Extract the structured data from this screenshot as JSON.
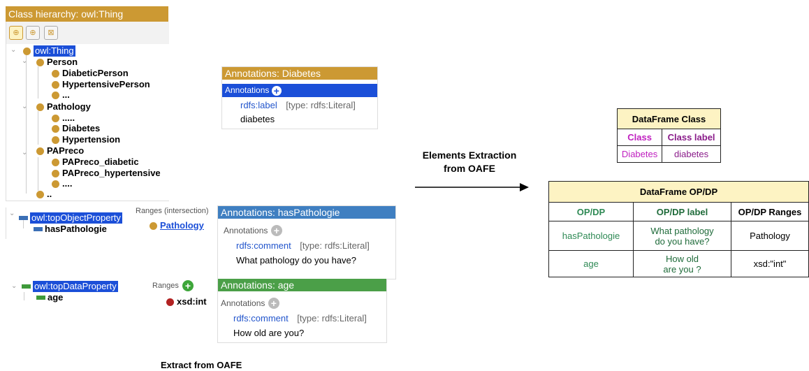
{
  "class_panel": {
    "header": "Class hierarchy: owl:Thing",
    "root": "owl:Thing",
    "person": "Person",
    "diabetic_person": "DiabeticPerson",
    "hypertensive_person": "HypertensivePerson",
    "person_more": "...",
    "pathology": "Pathology",
    "pathology_more": ".....",
    "diabetes": "Diabetes",
    "hypertension": "Hypertension",
    "papreco": "PAPreco",
    "papreco_diabetic": "PAPreco_diabetic",
    "papreco_hypertensive": "PAPreco_hypertensive",
    "papreco_more": "....",
    "root_more": ".."
  },
  "annotations_diabetes": {
    "header": "Annotations: Diabetes",
    "bar_label": "Annotations",
    "property": "rdfs:label",
    "type": "[type: rdfs:Literal]",
    "value": "diabetes"
  },
  "object_property_panel": {
    "root": "owl:topObjectProperty",
    "child": "hasPathologie",
    "ranges_label": "Ranges (intersection)",
    "range_value": "Pathology"
  },
  "annotations_haspathologie": {
    "header": "Annotations: hasPathologie",
    "label": "Annotations",
    "property": "rdfs:comment",
    "type": "[type: rdfs:Literal]",
    "value": "What pathology do you have?"
  },
  "data_property_panel": {
    "root": "owl:topDataProperty",
    "child": "age",
    "ranges_label": "Ranges",
    "range_value": "xsd:int"
  },
  "annotations_age": {
    "header": "Annotations: age",
    "label": "Annotations",
    "property": "rdfs:comment",
    "type": "[type: rdfs:Literal]",
    "value": "How old are you?"
  },
  "caption_left": "Extract from OAFE",
  "arrow_caption_line1": "Elements Extraction",
  "arrow_caption_line2": "from OAFE",
  "dataframe_class": {
    "title": "DataFrame Class",
    "col1": "Class",
    "col2": "Class label",
    "cell1": "Diabetes",
    "cell2": "diabetes"
  },
  "dataframe_opdp": {
    "title": "DataFrame OP/DP",
    "col1": "OP/DP",
    "col2": "OP/DP label",
    "col3": "OP/DP Ranges",
    "row1_c1": "hasPathologie",
    "row1_c2a": "What pathology",
    "row1_c2b": "do you have?",
    "row1_c3": "Pathology",
    "row2_c1": "age",
    "row2_c2a": "How old",
    "row2_c2b": "are you ?",
    "row2_c3": "xsd:\"int\""
  },
  "colors": {
    "class_header": "#cc9933",
    "op_header": "#3f7fc1",
    "dp_header": "#4b9f48",
    "selection": "#1b4fd8",
    "dataframe_header": "#fdf3c3"
  }
}
